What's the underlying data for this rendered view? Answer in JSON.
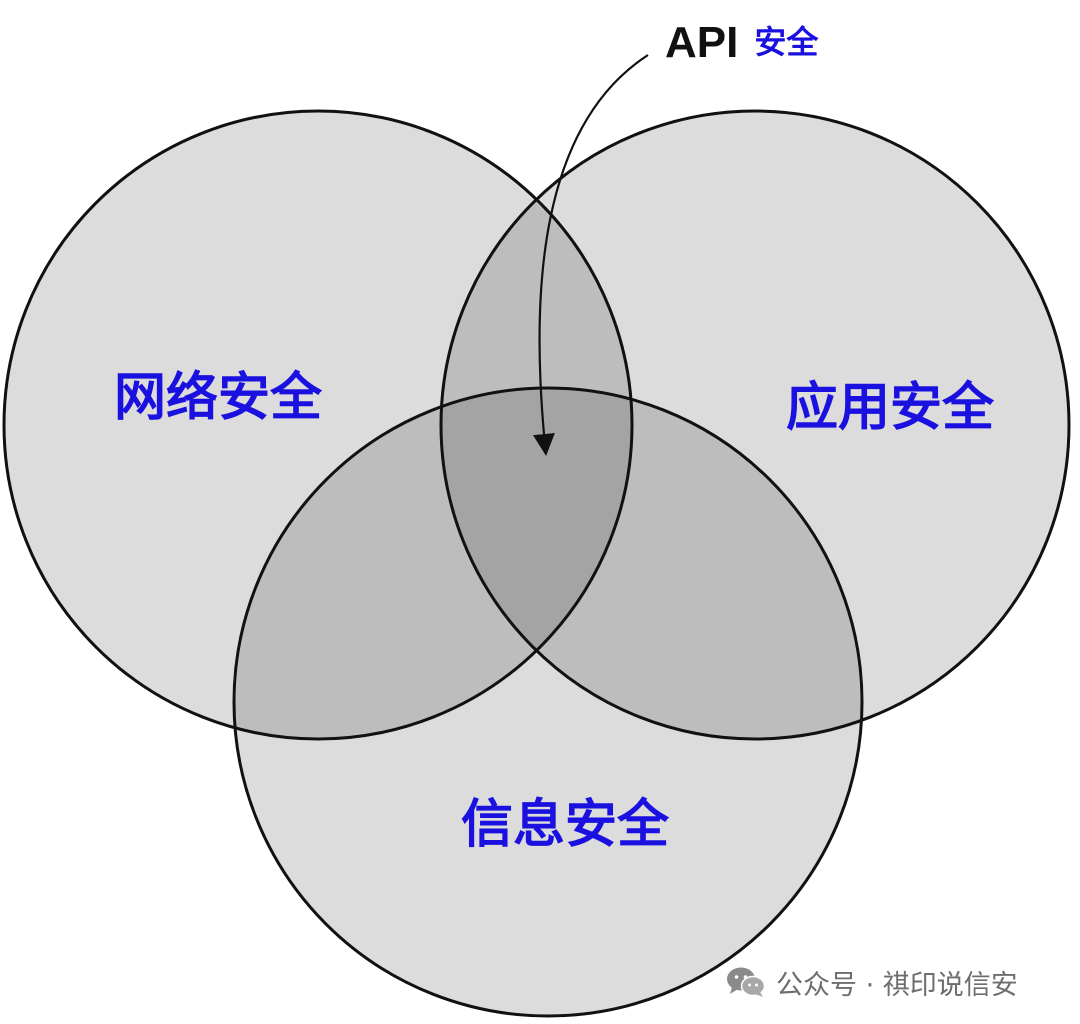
{
  "diagram": {
    "circles": [
      {
        "id": "network",
        "label": "网络安全"
      },
      {
        "id": "application",
        "label": "应用安全"
      },
      {
        "id": "information",
        "label": "信息安全"
      }
    ],
    "callout": {
      "prefix": "API",
      "suffix": "安全"
    },
    "colors": {
      "region_fill": "#dcdcdc",
      "two_overlap_fill": "#bdbdbd",
      "three_overlap_fill": "#a4a4a4",
      "outline": "#111111",
      "label_text": "#1a10e0",
      "callout_text": "#111111"
    }
  },
  "watermark": {
    "icon": "wechat-icon",
    "text": "公众号 · 祺印说信安"
  }
}
